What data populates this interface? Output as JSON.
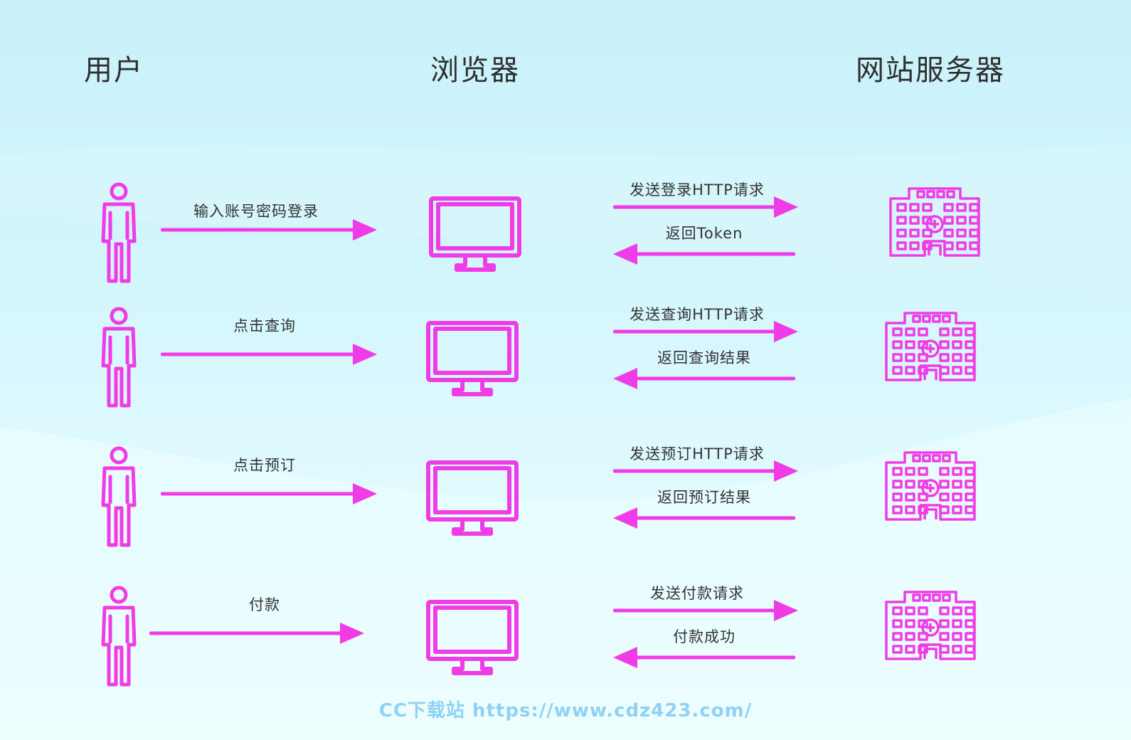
{
  "headers": {
    "user": "用户",
    "browser": "浏览器",
    "server": "网站服务器"
  },
  "colors": {
    "accent": "#f03ce6",
    "text": "#333333",
    "watermark": "#8fd2f5"
  },
  "rows": [
    {
      "user_action": "输入账号密码登录",
      "request": "发送登录HTTP请求",
      "response": "返回Token"
    },
    {
      "user_action": "点击查询",
      "request": "发送查询HTTP请求",
      "response": "返回查询结果"
    },
    {
      "user_action": "点击预订",
      "request": "发送预订HTTP请求",
      "response": "返回预订结果"
    },
    {
      "user_action": "付款",
      "request": "发送付款请求",
      "response": "付款成功"
    }
  ],
  "icons": {
    "user": "person-icon",
    "browser": "monitor-icon",
    "server": "building-icon"
  },
  "watermark": "CC下载站  https://www.cdz423.com/"
}
